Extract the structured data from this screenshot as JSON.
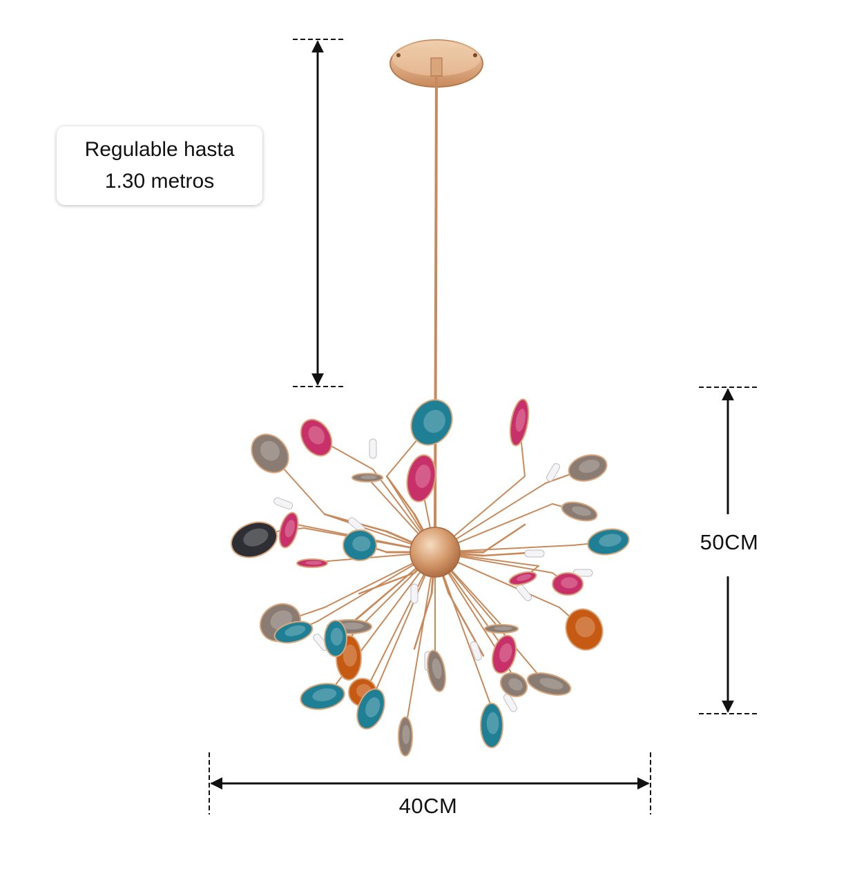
{
  "callout": {
    "line1": "Regulable hasta",
    "line2": "1.30 metros"
  },
  "dimensions": {
    "height_label": "50CM",
    "width_label": "40CM"
  },
  "colors": {
    "background": "#ffffff",
    "dimension_line": "#111111",
    "brass": "#c8895a",
    "brass_light": "#eecdaa",
    "leaf_teal": "#1f7f95",
    "leaf_pink": "#c8306a",
    "leaf_orange": "#c65a12",
    "leaf_grey": "#8a7c72",
    "leaf_dark": "#2e2f34"
  }
}
